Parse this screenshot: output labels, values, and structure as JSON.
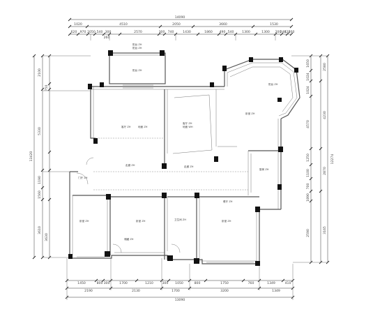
{
  "dims": {
    "top_total": "14090",
    "top_row1": [
      "1020",
      "4510",
      "2050",
      "3660",
      "1530"
    ],
    "top_row2": [
      "620",
      "970",
      "2050",
      "540",
      "300",
      "2570",
      "300",
      "740",
      "1430",
      "1860",
      "490",
      "540",
      "1300",
      "1300",
      "200",
      "240",
      "420",
      "200"
    ],
    "top_row2_sub": "260",
    "left": [
      "2100",
      "5330",
      "1190",
      "1560",
      "3610",
      "3630"
    ],
    "left_sub": "750",
    "left_total": "13420",
    "right": [
      "1650",
      "1024",
      "1024",
      "4570",
      "1250",
      "1100",
      "700",
      "1890",
      "2590"
    ],
    "right_sub": [
      "2580",
      "2870",
      "4230",
      "3165"
    ],
    "right_total": "12274",
    "bot_row1": [
      "1450",
      "800",
      "300",
      "1700",
      "1210",
      "300",
      "1050",
      "800",
      "1750",
      "760",
      "1349",
      "410"
    ],
    "bot_row2": [
      "2190",
      "2130",
      "1700",
      "3200",
      "1349"
    ],
    "bot_total": "13090"
  },
  "rooms": [
    {
      "id": "balcony",
      "lines": [
        "阳台 ZH",
        "阳台 ZH"
      ]
    },
    {
      "id": "balcony-label",
      "lines": [
        "阳台 ZH"
      ]
    },
    {
      "id": "master",
      "lines": [
        "客厅 ZH",
        "地面 ZH"
      ]
    },
    {
      "id": "living",
      "lines": [
        "客厅 ZH",
        "地面 WH"
      ]
    },
    {
      "id": "bay-hall",
      "lines": [
        "阳台 ZH"
      ]
    },
    {
      "id": "bay-room",
      "lines": [
        "卧室 ZH"
      ]
    },
    {
      "id": "corridor1",
      "lines": [
        "走廊 ZH"
      ]
    },
    {
      "id": "corridor2",
      "lines": [
        "走廊 ZH"
      ]
    },
    {
      "id": "kitchen",
      "lines": [
        "厨房 ZH"
      ]
    },
    {
      "id": "bed-left",
      "lines": [
        "卧室 ZH"
      ]
    },
    {
      "id": "bed-mid",
      "lines": [
        "卧室 ZH"
      ]
    },
    {
      "id": "bed-right",
      "lines": [
        "卧室 ZH"
      ]
    },
    {
      "id": "bath",
      "lines": [
        "卫生间 ZH"
      ]
    },
    {
      "id": "store",
      "lines": [
        "储藏 ZH"
      ]
    },
    {
      "id": "hall",
      "lines": [
        "门厅 ZH"
      ]
    },
    {
      "id": "dining",
      "lines": [
        "餐厅 ZH"
      ]
    }
  ]
}
